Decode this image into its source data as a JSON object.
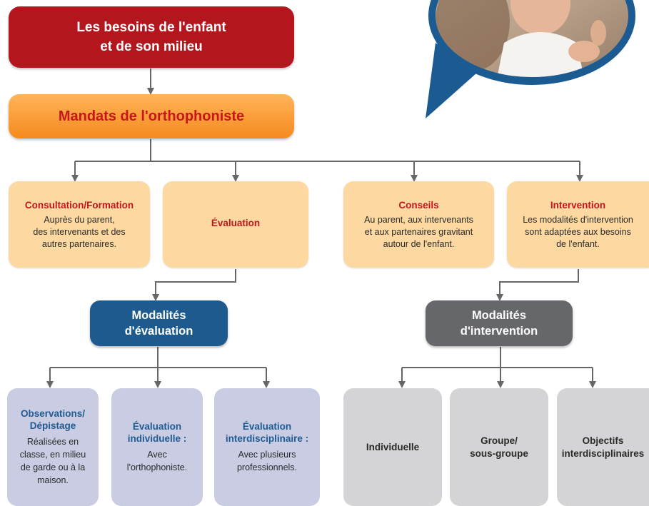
{
  "title": {
    "line1": "Les besoins de l'enfant",
    "line2": "et de son milieu"
  },
  "mandats": "Mandats de l'orthophoniste",
  "level2": [
    {
      "title": "Consultation/Formation",
      "lines": [
        "Auprès du parent,",
        "des intervenants et des",
        "autres partenaires."
      ]
    },
    {
      "title": "Évaluation",
      "lines": []
    },
    {
      "title": "Conseils",
      "lines": [
        "Au parent, aux intervenants",
        "et aux partenaires gravitant",
        "autour de l'enfant."
      ]
    },
    {
      "title": "Intervention",
      "lines": [
        "Les modalités d'intervention",
        "sont adaptées aux besoins",
        "de l'enfant."
      ]
    }
  ],
  "modalites_evaluation": {
    "line1": "Modalités",
    "line2": "d'évaluation"
  },
  "modalites_intervention": {
    "line1": "Modalités",
    "line2": "d'intervention"
  },
  "evaluation_types": [
    {
      "title": [
        "Observations/",
        "Dépistage"
      ],
      "lines": [
        "Réalisées en",
        "classe, en milieu",
        "de garde ou à la",
        "maison."
      ]
    },
    {
      "title": [
        "Évaluation",
        "individuelle :"
      ],
      "lines": [
        "Avec",
        "l'orthophoniste."
      ]
    },
    {
      "title": [
        "Évaluation",
        "interdisciplinaire :"
      ],
      "lines": [
        "Avec plusieurs",
        "professionnels."
      ]
    }
  ],
  "intervention_types": [
    {
      "lines": [
        "Individuelle"
      ]
    },
    {
      "lines": [
        "Groupe/",
        "sous-groupe"
      ]
    },
    {
      "lines": [
        "Objectifs",
        "interdisciplinaires"
      ]
    }
  ],
  "colors": {
    "title_red": "#b3161c",
    "orange": "#f58a1e",
    "peach": "#fdd9a1",
    "blue": "#1d5b8f",
    "gray": "#66676a",
    "lavender": "#c9cce3",
    "light_gray": "#d4d4d6",
    "bubble_blue": "#1c5a92"
  }
}
